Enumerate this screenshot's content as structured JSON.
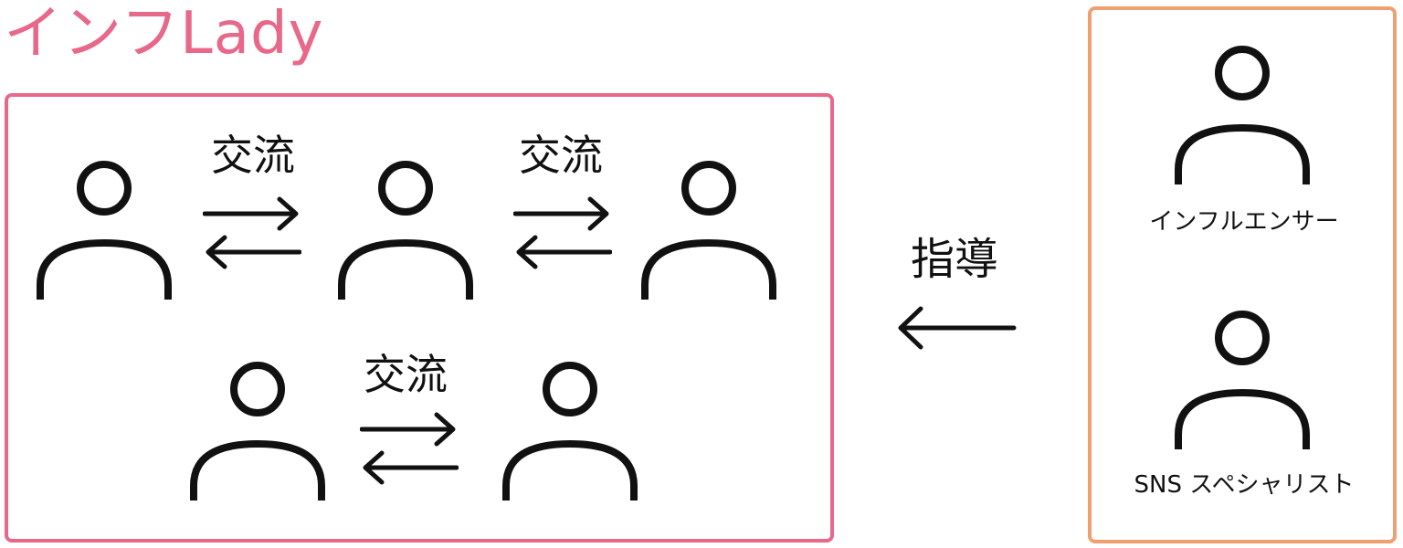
{
  "title": "インフLady",
  "colors": {
    "title": "#e8688a",
    "community_border": "#e8688a",
    "experts_border": "#f0a070",
    "ink": "#111111"
  },
  "community": {
    "members": [
      "person-icon",
      "person-icon",
      "person-icon",
      "person-icon",
      "person-icon"
    ],
    "exchanges": [
      {
        "label": "交流",
        "icon": "bidirectional-arrow-icon"
      },
      {
        "label": "交流",
        "icon": "bidirectional-arrow-icon"
      },
      {
        "label": "交流",
        "icon": "bidirectional-arrow-icon"
      }
    ]
  },
  "guidance": {
    "label": "指導",
    "icon": "left-arrow-icon"
  },
  "experts": [
    {
      "role": "インフルエンサー",
      "icon": "person-icon"
    },
    {
      "role": "SNS スペシャリスト",
      "icon": "person-icon"
    }
  ]
}
